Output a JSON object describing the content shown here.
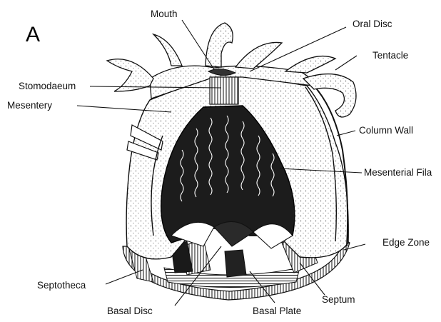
{
  "figure": {
    "panel_letter": "A",
    "labels": {
      "mouth": "Mouth",
      "oral_disc": "Oral Disc",
      "tentacle": "Tentacle",
      "stomodaeum": "Stomodaeum",
      "mesentery": "Mesentery",
      "column_wall": "Column Wall",
      "mesenterial_filament": "Mesenterial Fila",
      "edge_zone": "Edge Zone",
      "septotheca": "Septotheca",
      "septum": "Septum",
      "basal_disc": "Basal Disc",
      "basal_plate": "Basal Plate"
    }
  }
}
